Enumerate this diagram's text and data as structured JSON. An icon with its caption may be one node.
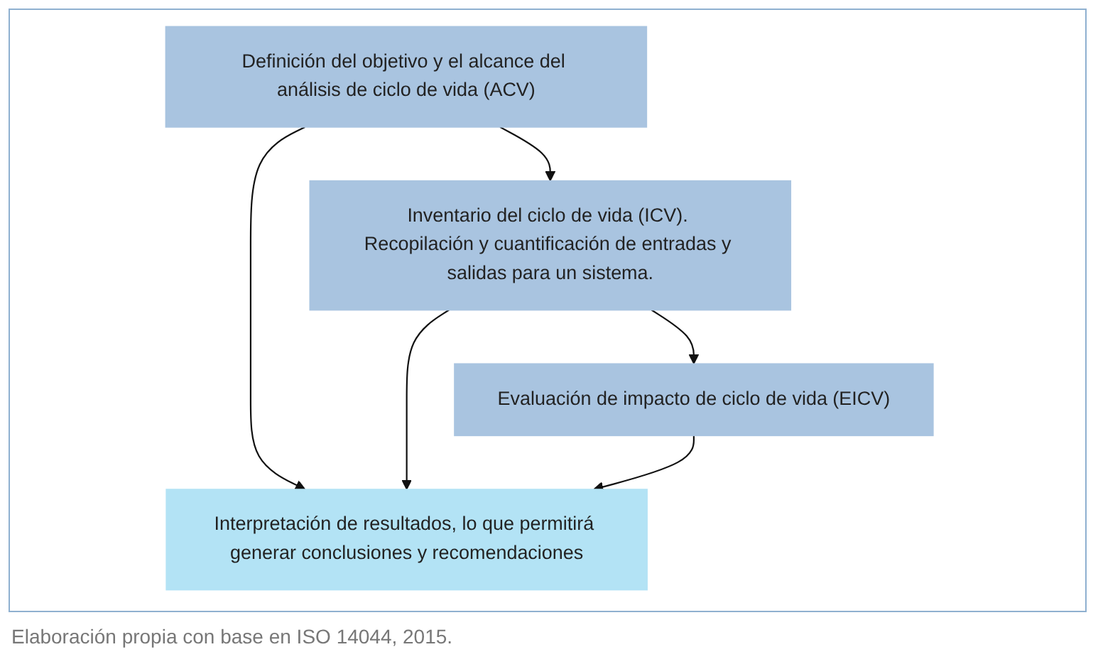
{
  "diagram": {
    "caption": "Elaboración propia con base en ISO 14044, 2015.",
    "nodes": [
      {
        "text": [
          "Definición del objetivo y el alcance del análisis de ciclo de vida (ACV)"
        ]
      },
      {
        "text": [
          "Inventario del ciclo de vida (ICV). Recopilación y cuantificación de entradas y salidas para un sistema."
        ]
      },
      {
        "text": [
          "Evaluación de impacto de ciclo de vida (EICV)"
        ]
      },
      {
        "text": [
          "Interpretación de resultados, lo que permitirá generar conclusiones y recomendaciones"
        ]
      }
    ],
    "edges": [
      {
        "from": 0,
        "to": 1,
        "arrow": "to"
      },
      {
        "from": 1,
        "to": 2,
        "arrow": "to"
      },
      {
        "from": 0,
        "to": 3,
        "arrow": "to"
      },
      {
        "from": 1,
        "to": 3,
        "arrow": "to"
      },
      {
        "from": 2,
        "to": 3,
        "arrow": "to"
      }
    ]
  }
}
